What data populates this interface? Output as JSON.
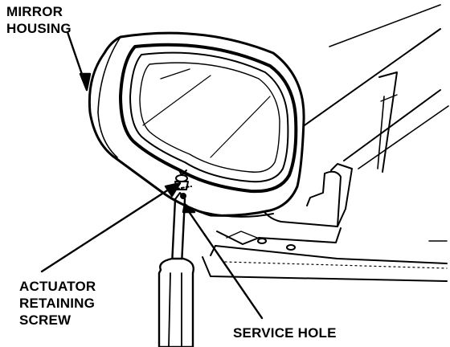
{
  "labels": {
    "mirror_housing": [
      "MIRROR",
      "HOUSING"
    ],
    "actuator_retaining_screw": [
      "ACTUATOR",
      "RETAINING",
      "SCREW"
    ],
    "service_hole": "SERVICE HOLE"
  },
  "colors": {
    "ink": "#000000",
    "paper": "#ffffff"
  }
}
